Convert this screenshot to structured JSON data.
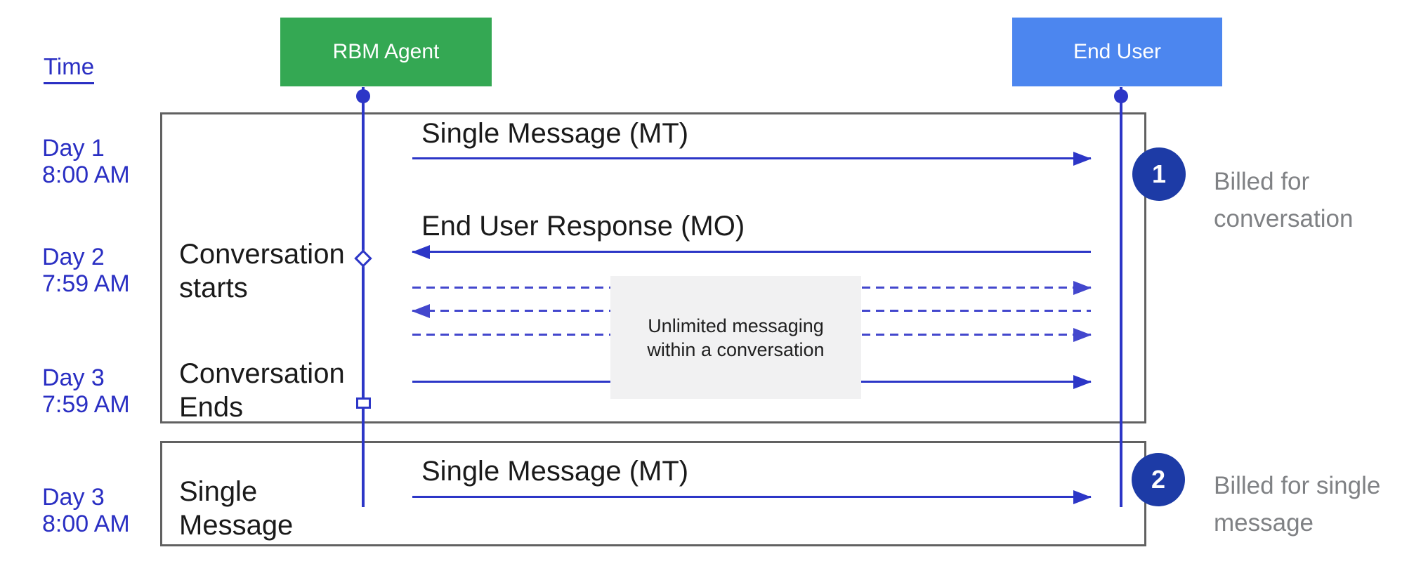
{
  "colors": {
    "agent_green": "#34A853",
    "user_blue": "#4C86EF",
    "line_blue": "#2C36C7",
    "dash_blue": "#4347CD",
    "text_blue": "#2A2FC3",
    "badge_navy": "#1D3BA6",
    "frame_gray": "#616161",
    "muted_gray": "#7F8184",
    "note_bg": "#F1F1F2"
  },
  "header": {
    "time_title": "Time",
    "actors": [
      {
        "id": "rbm-agent",
        "label": "RBM Agent"
      },
      {
        "id": "end-user",
        "label": "End User"
      }
    ]
  },
  "timeline": [
    {
      "line1": "Day 1",
      "line2": "8:00 AM"
    },
    {
      "line1": "Day 2",
      "line2": "7:59 AM"
    },
    {
      "line1": "Day 3",
      "line2": "7:59 AM"
    },
    {
      "line1": "Day 3",
      "line2": "8:00 AM"
    }
  ],
  "frame1": {
    "events": [
      {
        "line1": "Conversation",
        "line2": "starts",
        "marker": "diamond-marker"
      },
      {
        "line1": "Conversation",
        "line2": "Ends",
        "marker": "square-marker"
      }
    ],
    "messages": [
      {
        "label": "Single Message (MT)",
        "direction": "right",
        "style": "solid"
      },
      {
        "label": "End User Response (MO)",
        "direction": "left",
        "style": "solid"
      },
      {
        "label": "",
        "direction": "right",
        "style": "dashed"
      },
      {
        "label": "",
        "direction": "left",
        "style": "dashed"
      },
      {
        "label": "",
        "direction": "right",
        "style": "dashed"
      },
      {
        "label": "",
        "direction": "right",
        "style": "solid"
      }
    ],
    "note": {
      "line1": "Unlimited messaging",
      "line2": "within a conversation"
    }
  },
  "frame2": {
    "event": {
      "line1": "Single",
      "line2": "Message"
    },
    "message": {
      "label": "Single Message (MT)",
      "direction": "right",
      "style": "solid"
    }
  },
  "annotations": [
    {
      "number": "1",
      "line1": "Billed for",
      "line2": "conversation"
    },
    {
      "number": "2",
      "line1": "Billed for single",
      "line2": "message"
    }
  ]
}
